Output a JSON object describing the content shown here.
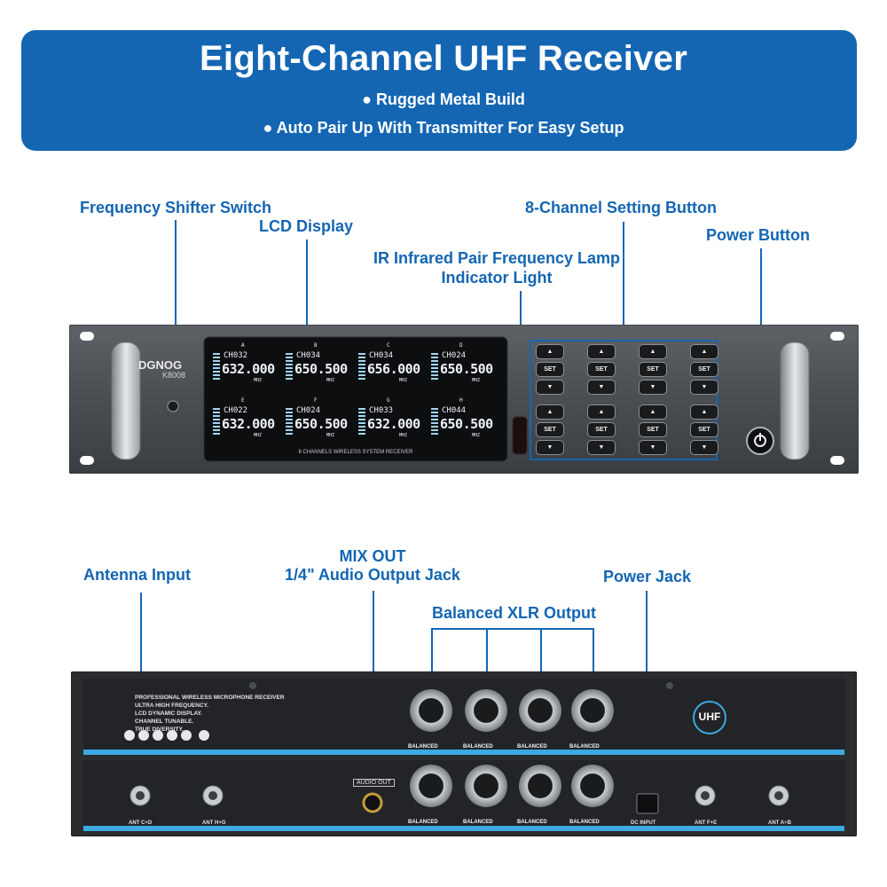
{
  "banner": {
    "title": "Eight-Channel UHF Receiver",
    "bullets": [
      "Rugged Metal Build",
      "Auto Pair Up With Transmitter For Easy Setup"
    ],
    "color": "#1466b3"
  },
  "front_callouts": {
    "frequency_shifter": "Frequency Shifter Switch",
    "lcd_display": "LCD Display",
    "ir_lamp_line1": "IR Infrared Pair Frequency Lamp",
    "ir_lamp_line2": "Indicator Light",
    "setting_button": "8-Channel Setting Button",
    "power_button": "Power Button"
  },
  "rear_callouts": {
    "antenna_input": "Antenna Input",
    "mix_out_line1": "MIX OUT",
    "mix_out_line2": "1/4\" Audio Output Jack",
    "xlr_output": "Balanced XLR Output",
    "power_jack": "Power Jack"
  },
  "front_panel": {
    "brand": "DGNOG",
    "model": "K8008",
    "lcd_caption": "8 CHANNELS WIRELESS SYSTEM RECEIVER",
    "channels": [
      {
        "letter": "A",
        "ch": "CH032",
        "freq": "632.000"
      },
      {
        "letter": "B",
        "ch": "CH034",
        "freq": "650.500"
      },
      {
        "letter": "C",
        "ch": "CH034",
        "freq": "656.000"
      },
      {
        "letter": "D",
        "ch": "CH024",
        "freq": "650.500"
      },
      {
        "letter": "E",
        "ch": "CH022",
        "freq": "632.000"
      },
      {
        "letter": "F",
        "ch": "CH024",
        "freq": "650.500"
      },
      {
        "letter": "G",
        "ch": "CH033",
        "freq": "632.000"
      },
      {
        "letter": "H",
        "ch": "CH044",
        "freq": "650.500"
      }
    ],
    "mhz": "MHZ",
    "set_label": "SET"
  },
  "rear_panel": {
    "spec_lines": [
      "PROFESSIONAL WIRELESS MICROPHONE RECEIVER",
      "ULTRA HIGH FREQUENCY.",
      "LCD DYNAMIC DISPLAY.",
      "CHANNEL TUNABLE.",
      "TRUE DIVERSITY."
    ],
    "uhf_badge": "UHF",
    "audio_out": "AUDIO OUT",
    "balanced_top": [
      "BALANCED",
      "BALANCED",
      "BALANCED",
      "BALANCED"
    ],
    "balanced_bottom": [
      "BALANCED",
      "BALANCED",
      "BALANCED",
      "BALANCED"
    ],
    "dc_input": "DC INPUT",
    "ant_labels": [
      "ANT C+D",
      "ANT H+G",
      "ANT F+E",
      "ANT A+B"
    ]
  }
}
